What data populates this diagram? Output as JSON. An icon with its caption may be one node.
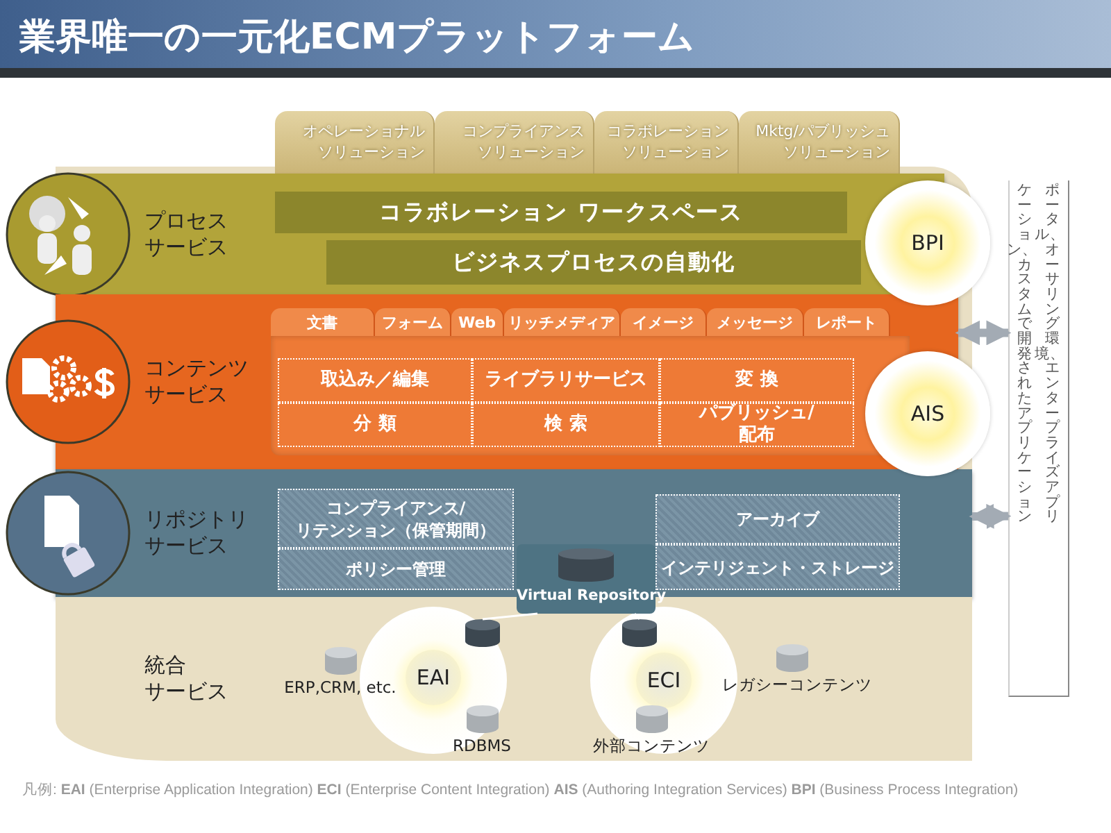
{
  "diagram": {
    "title": "業界唯一の一元化ECMプラットフォーム",
    "nodes": [
      {
        "text": [
          "オペレーショナルソリューション"
        ]
      },
      {
        "text": [
          "コンプライアンスソリューション"
        ]
      },
      {
        "text": [
          "コラボレーションソリューション"
        ]
      },
      {
        "text": [
          "Mktg/パブリッシュソリューション"
        ]
      },
      {
        "text": [
          "プロセスサービス"
        ]
      },
      {
        "text": [
          "コラボレーション ワークスペース"
        ],
        "in": 4
      },
      {
        "text": [
          "ビジネスプロセスの自動化"
        ],
        "in": 4
      },
      {
        "text": [
          "BPI"
        ]
      },
      {
        "text": [
          "コンテンツサービス"
        ]
      },
      {
        "text": [
          "文書"
        ],
        "in": 8
      },
      {
        "text": [
          "フォーム"
        ],
        "in": 8
      },
      {
        "text": [
          "Web"
        ],
        "in": 8
      },
      {
        "text": [
          "リッチメディア"
        ],
        "in": 8
      },
      {
        "text": [
          "イメージ"
        ],
        "in": 8
      },
      {
        "text": [
          "メッセージ"
        ],
        "in": 8
      },
      {
        "text": [
          "レポート"
        ],
        "in": 8
      },
      {
        "text": [
          "取込み／編集"
        ],
        "in": 8
      },
      {
        "text": [
          "ライブラリサービス"
        ],
        "in": 8
      },
      {
        "text": [
          "変 換"
        ],
        "in": 8
      },
      {
        "text": [
          "分 類"
        ],
        "in": 8
      },
      {
        "text": [
          "検 索"
        ],
        "in": 8
      },
      {
        "text": [
          "パブリッシュ/配布"
        ],
        "in": 8
      },
      {
        "text": [
          "AIS"
        ]
      },
      {
        "text": [
          "リポジトリサービス"
        ]
      },
      {
        "text": [
          "コンプライアンス/リテンション（保管期間）"
        ],
        "in": 23
      },
      {
        "text": [
          "ポリシー管理"
        ],
        "in": 23
      },
      {
        "text": [
          "アーカイブ"
        ],
        "in": 23
      },
      {
        "text": [
          "インテリジェント・ストレージ"
        ],
        "in": 23
      },
      {
        "text": [
          "統合サービス"
        ]
      },
      {
        "text": [
          "Virtual Repository"
        ]
      },
      {
        "text": [
          "EAI"
        ],
        "in": 28
      },
      {
        "text": [
          "ECI"
        ],
        "in": 28
      },
      {
        "text": [],
        "shape": "cylinder",
        "in": 28
      },
      {
        "text": [
          "ERP,CRM, etc."
        ],
        "in": 28
      },
      {
        "text": [
          "RDBMS"
        ],
        "in": 28
      },
      {
        "text": [],
        "shape": "cylinder",
        "in": 28
      },
      {
        "text": [
          "レガシーコンテンツ"
        ],
        "in": 28
      },
      {
        "text": [
          "外部コンテンツ"
        ],
        "in": 28
      },
      {
        "text": [
          "ポータル、オーサリング環境、エンタープライズアプリケーション、カスタムで開発されたアプリケーション"
        ]
      }
    ],
    "edges": [
      {
        "from": 29,
        "to": 32,
        "arrow": "none"
      },
      {
        "from": 29,
        "to": 35,
        "arrow": "none"
      },
      {
        "from": 8,
        "to": 38,
        "arrow": "both",
        "style": "thick",
        "color": "#a3abb4"
      },
      {
        "from": 23,
        "to": 38,
        "arrow": "both",
        "style": "thick",
        "color": "#a3abb4"
      }
    ],
    "labels": [
      "凡例: **EAI** (Enterprise Application Integration) **ECI** (Enterprise Content Integration) **AIS** (Authoring Integration Services) **BPI** (Business Process Integration)"
    ]
  }
}
